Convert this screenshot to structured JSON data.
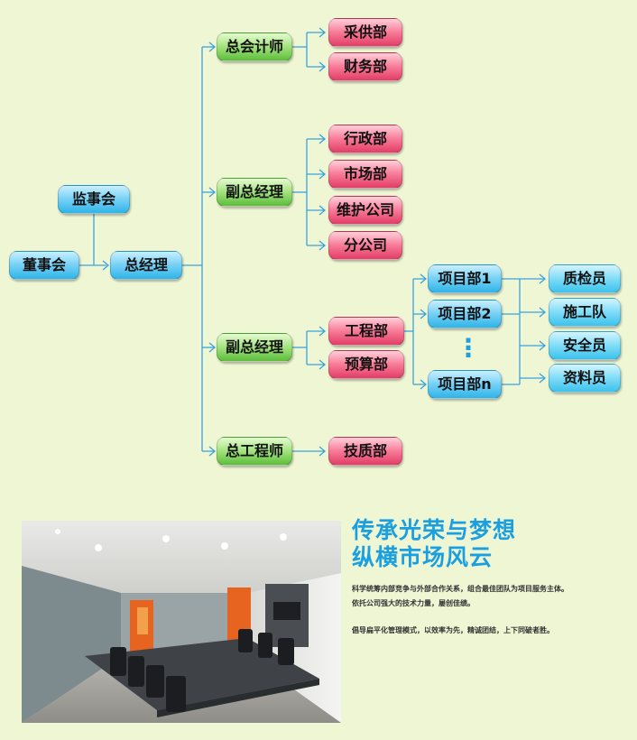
{
  "org_chart": {
    "board": "董事会",
    "supervisors": "监事会",
    "general_manager": "总经理",
    "chief_accountant": "总会计师",
    "procurement": "采供部",
    "finance": "财务部",
    "deputy_gm_1": "副总经理",
    "administration": "行政部",
    "marketing": "市场部",
    "maintenance_company": "维护公司",
    "branch_company": "分公司",
    "deputy_gm_2": "副总经理",
    "engineering": "工程部",
    "budget": "预算部",
    "project_1": "项目部1",
    "project_2": "项目部2",
    "project_ellipsis": "⋮",
    "project_n": "项目部n",
    "quality_inspector": "质检员",
    "construction_team": "施工队",
    "safety_officer": "安全员",
    "document_clerk": "资料员",
    "chief_engineer": "总工程师",
    "technical_quality": "技质部"
  },
  "slogan": {
    "line1": "传承光荣与梦想",
    "line2": "纵横市场风云",
    "p1": "科学统筹内部竞争与外部合作关系，组合最佳团队为项目服务主体。",
    "p2": "依托公司强大的技术力量，屡创佳绩。",
    "p3": "倡导扁平化管理模式，以效率为先，精诚团结，上下同破者胜。"
  },
  "colors": {
    "background": "#eff6d4",
    "root_nodes": "#2fb4e8",
    "executive_nodes": "#5cbd3c",
    "department_nodes": "#e23d66",
    "team_nodes": "#3cc2ec",
    "connector": "#3aa3dc",
    "headline": "#1a9fe0"
  }
}
